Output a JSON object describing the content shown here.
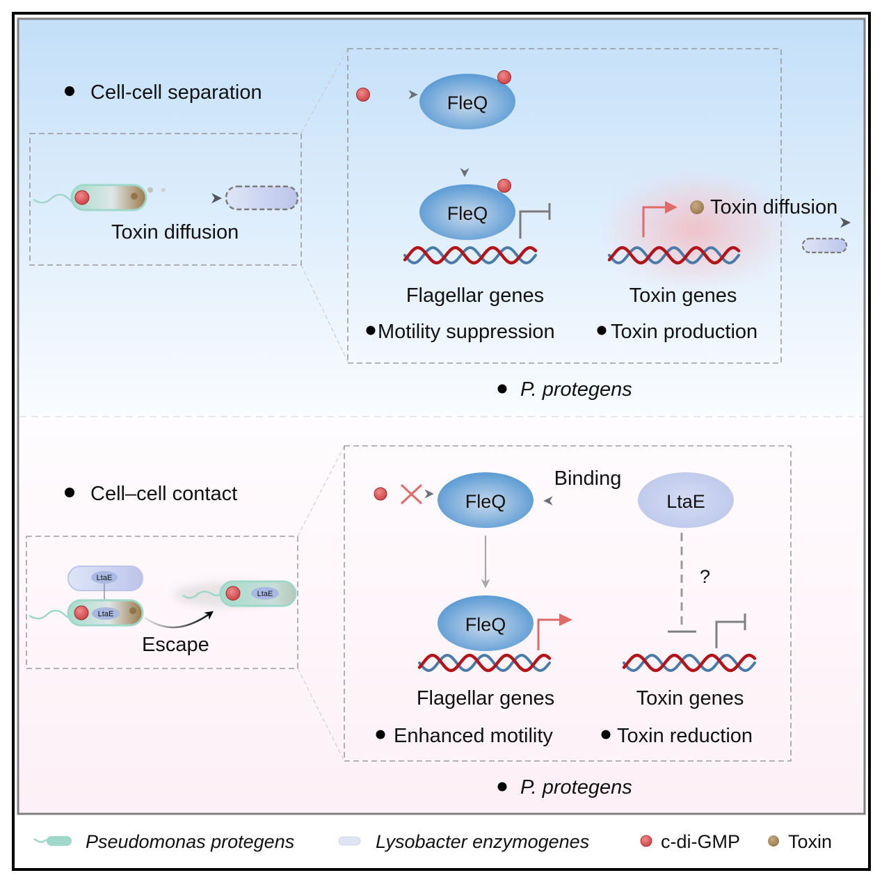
{
  "figure": {
    "top_panel": {
      "condition_label": "Cell-cell separation",
      "inset_caption": "Toxin diffusion",
      "regulator_top": "FleQ",
      "regulator_bound": "FleQ",
      "toxin_diffusion_label": "Toxin diffusion",
      "gene_left": "Flagellar genes",
      "gene_right": "Toxin genes",
      "outcome_left": "Motility suppression",
      "outcome_right": "Toxin production",
      "organism": "P. protegens"
    },
    "bottom_panel": {
      "condition_label": "Cell–cell contact",
      "inset_caption": "Escape",
      "inset_ltae_top": "LtaE",
      "inset_ltae_inner": "LtaE",
      "inset_ltae_escaped": "LtaE",
      "binding_label": "Binding",
      "regulator_top": "FleQ",
      "ltae_protein": "LtaE",
      "question_mark": "?",
      "regulator_bound": "FleQ",
      "gene_left": "Flagellar genes",
      "gene_right": "Toxin genes",
      "outcome_left": "Enhanced motility",
      "outcome_right": "Toxin reduction",
      "organism": "P. protegens"
    },
    "legend": [
      {
        "icon": "pseudomonas-cell-icon",
        "label": "Pseudomonas protegens",
        "italic": true
      },
      {
        "icon": "lysobacter-cell-icon",
        "label": "Lysobacter enzymogenes",
        "italic": true
      },
      {
        "icon": "c-di-gmp-dot-icon",
        "label": "c-di-GMP",
        "italic": false
      },
      {
        "icon": "toxin-dot-icon",
        "label": "Toxin",
        "italic": false
      }
    ],
    "colors": {
      "c_di_gmp": "#d9575a",
      "toxin": "#a88c64",
      "fleq": "#5b9bd5",
      "ltae": "#c3cdec",
      "pseudomonas": "#9fd8c8",
      "lysobacter": "#c4cbea",
      "dna_red": "#b3141a",
      "dna_blue": "#4a7aa8",
      "activation_arrow": "#e06a6a",
      "repression": "#808080",
      "top_bg": "#c4e0f8",
      "bottom_bg": "#fdf0f6"
    }
  }
}
